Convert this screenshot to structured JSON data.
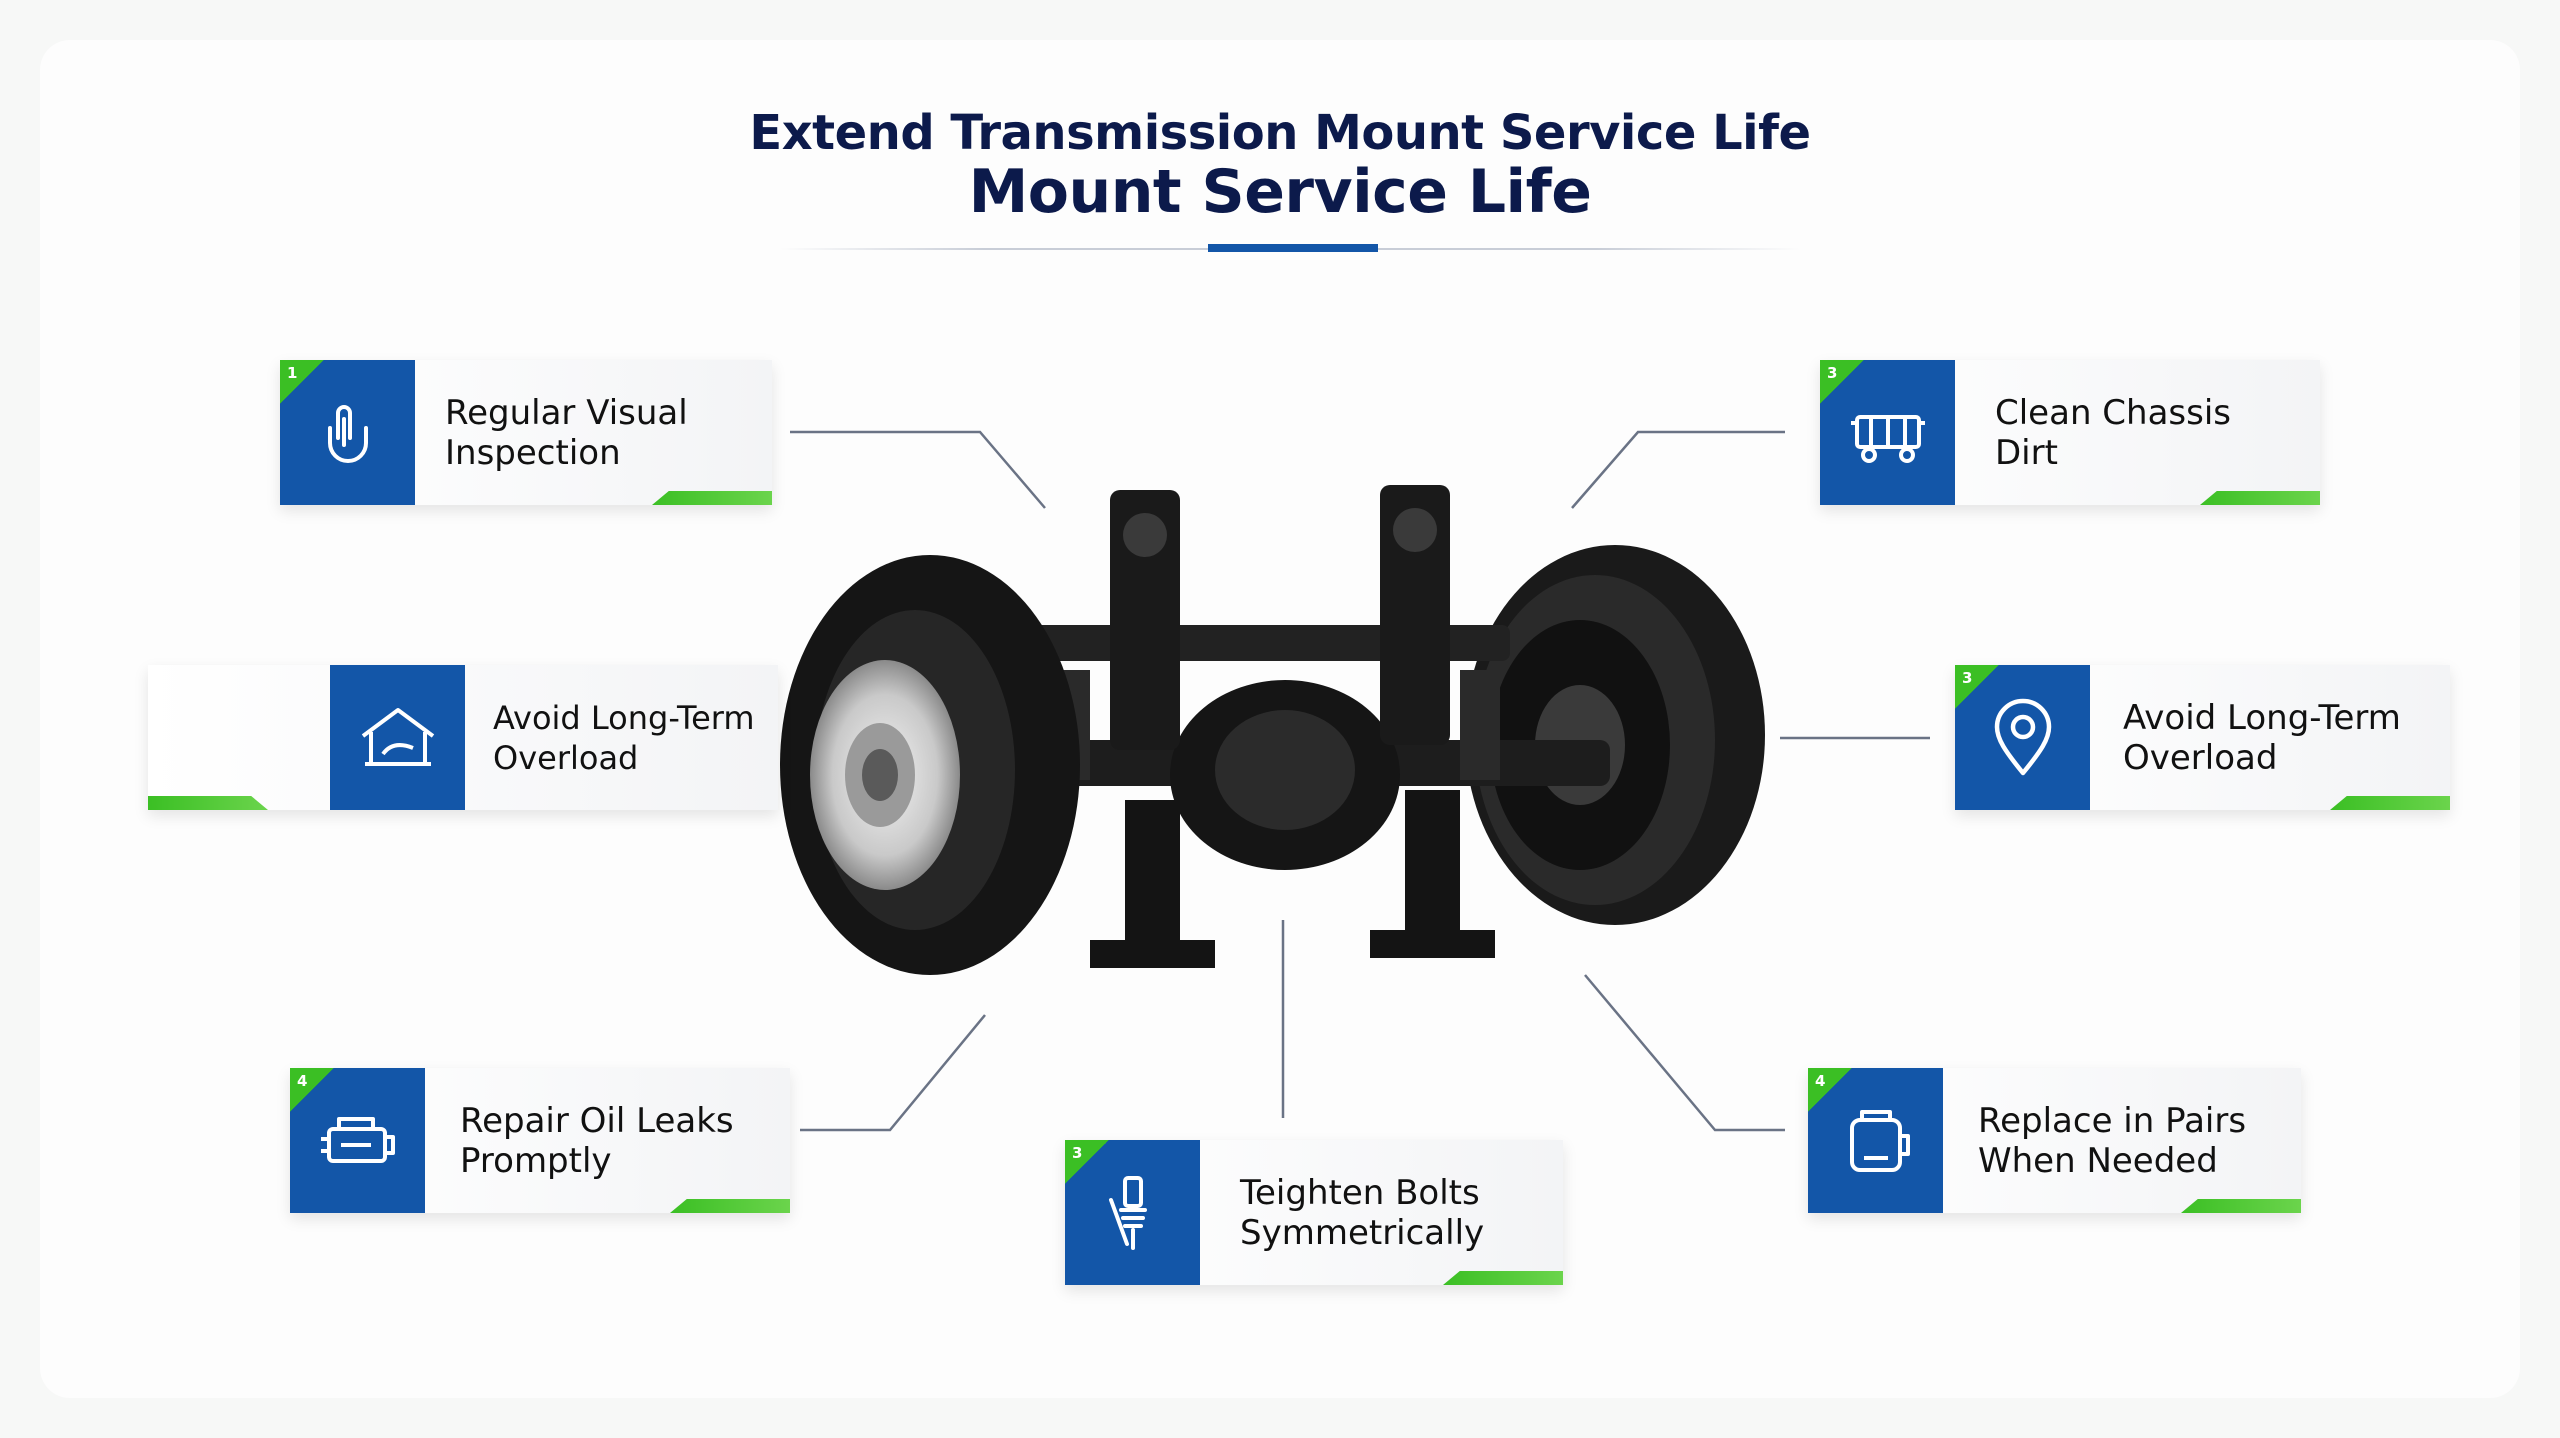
{
  "title": {
    "line1": "Extend Transmission Mount Service Life",
    "line2": "Mount Service Life"
  },
  "accent_color": "#1356a8",
  "badge_color": "#3bbf24",
  "cards": [
    {
      "number": "1",
      "label": "Regular Visual\nInspection",
      "icon": "hand-touch-icon"
    },
    {
      "number": "",
      "label": "Avoid Long-Term\nOverload",
      "icon": "warehouse-icon"
    },
    {
      "number": "4",
      "label": "Repair Oil Leaks\nPromptly",
      "icon": "engine-icon"
    },
    {
      "number": "3",
      "label": "Teighten Bolts\nSymmetrically",
      "icon": "bolt-icon"
    },
    {
      "number": "3",
      "label": "Clean Chassis\nDirt",
      "icon": "chassis-icon"
    },
    {
      "number": "3",
      "label": "Avoid Long-Term\nOverload",
      "icon": "location-pin-icon"
    },
    {
      "number": "4",
      "label": "Replace in Pairs\nWhen Needed",
      "icon": "mount-icon"
    }
  ]
}
